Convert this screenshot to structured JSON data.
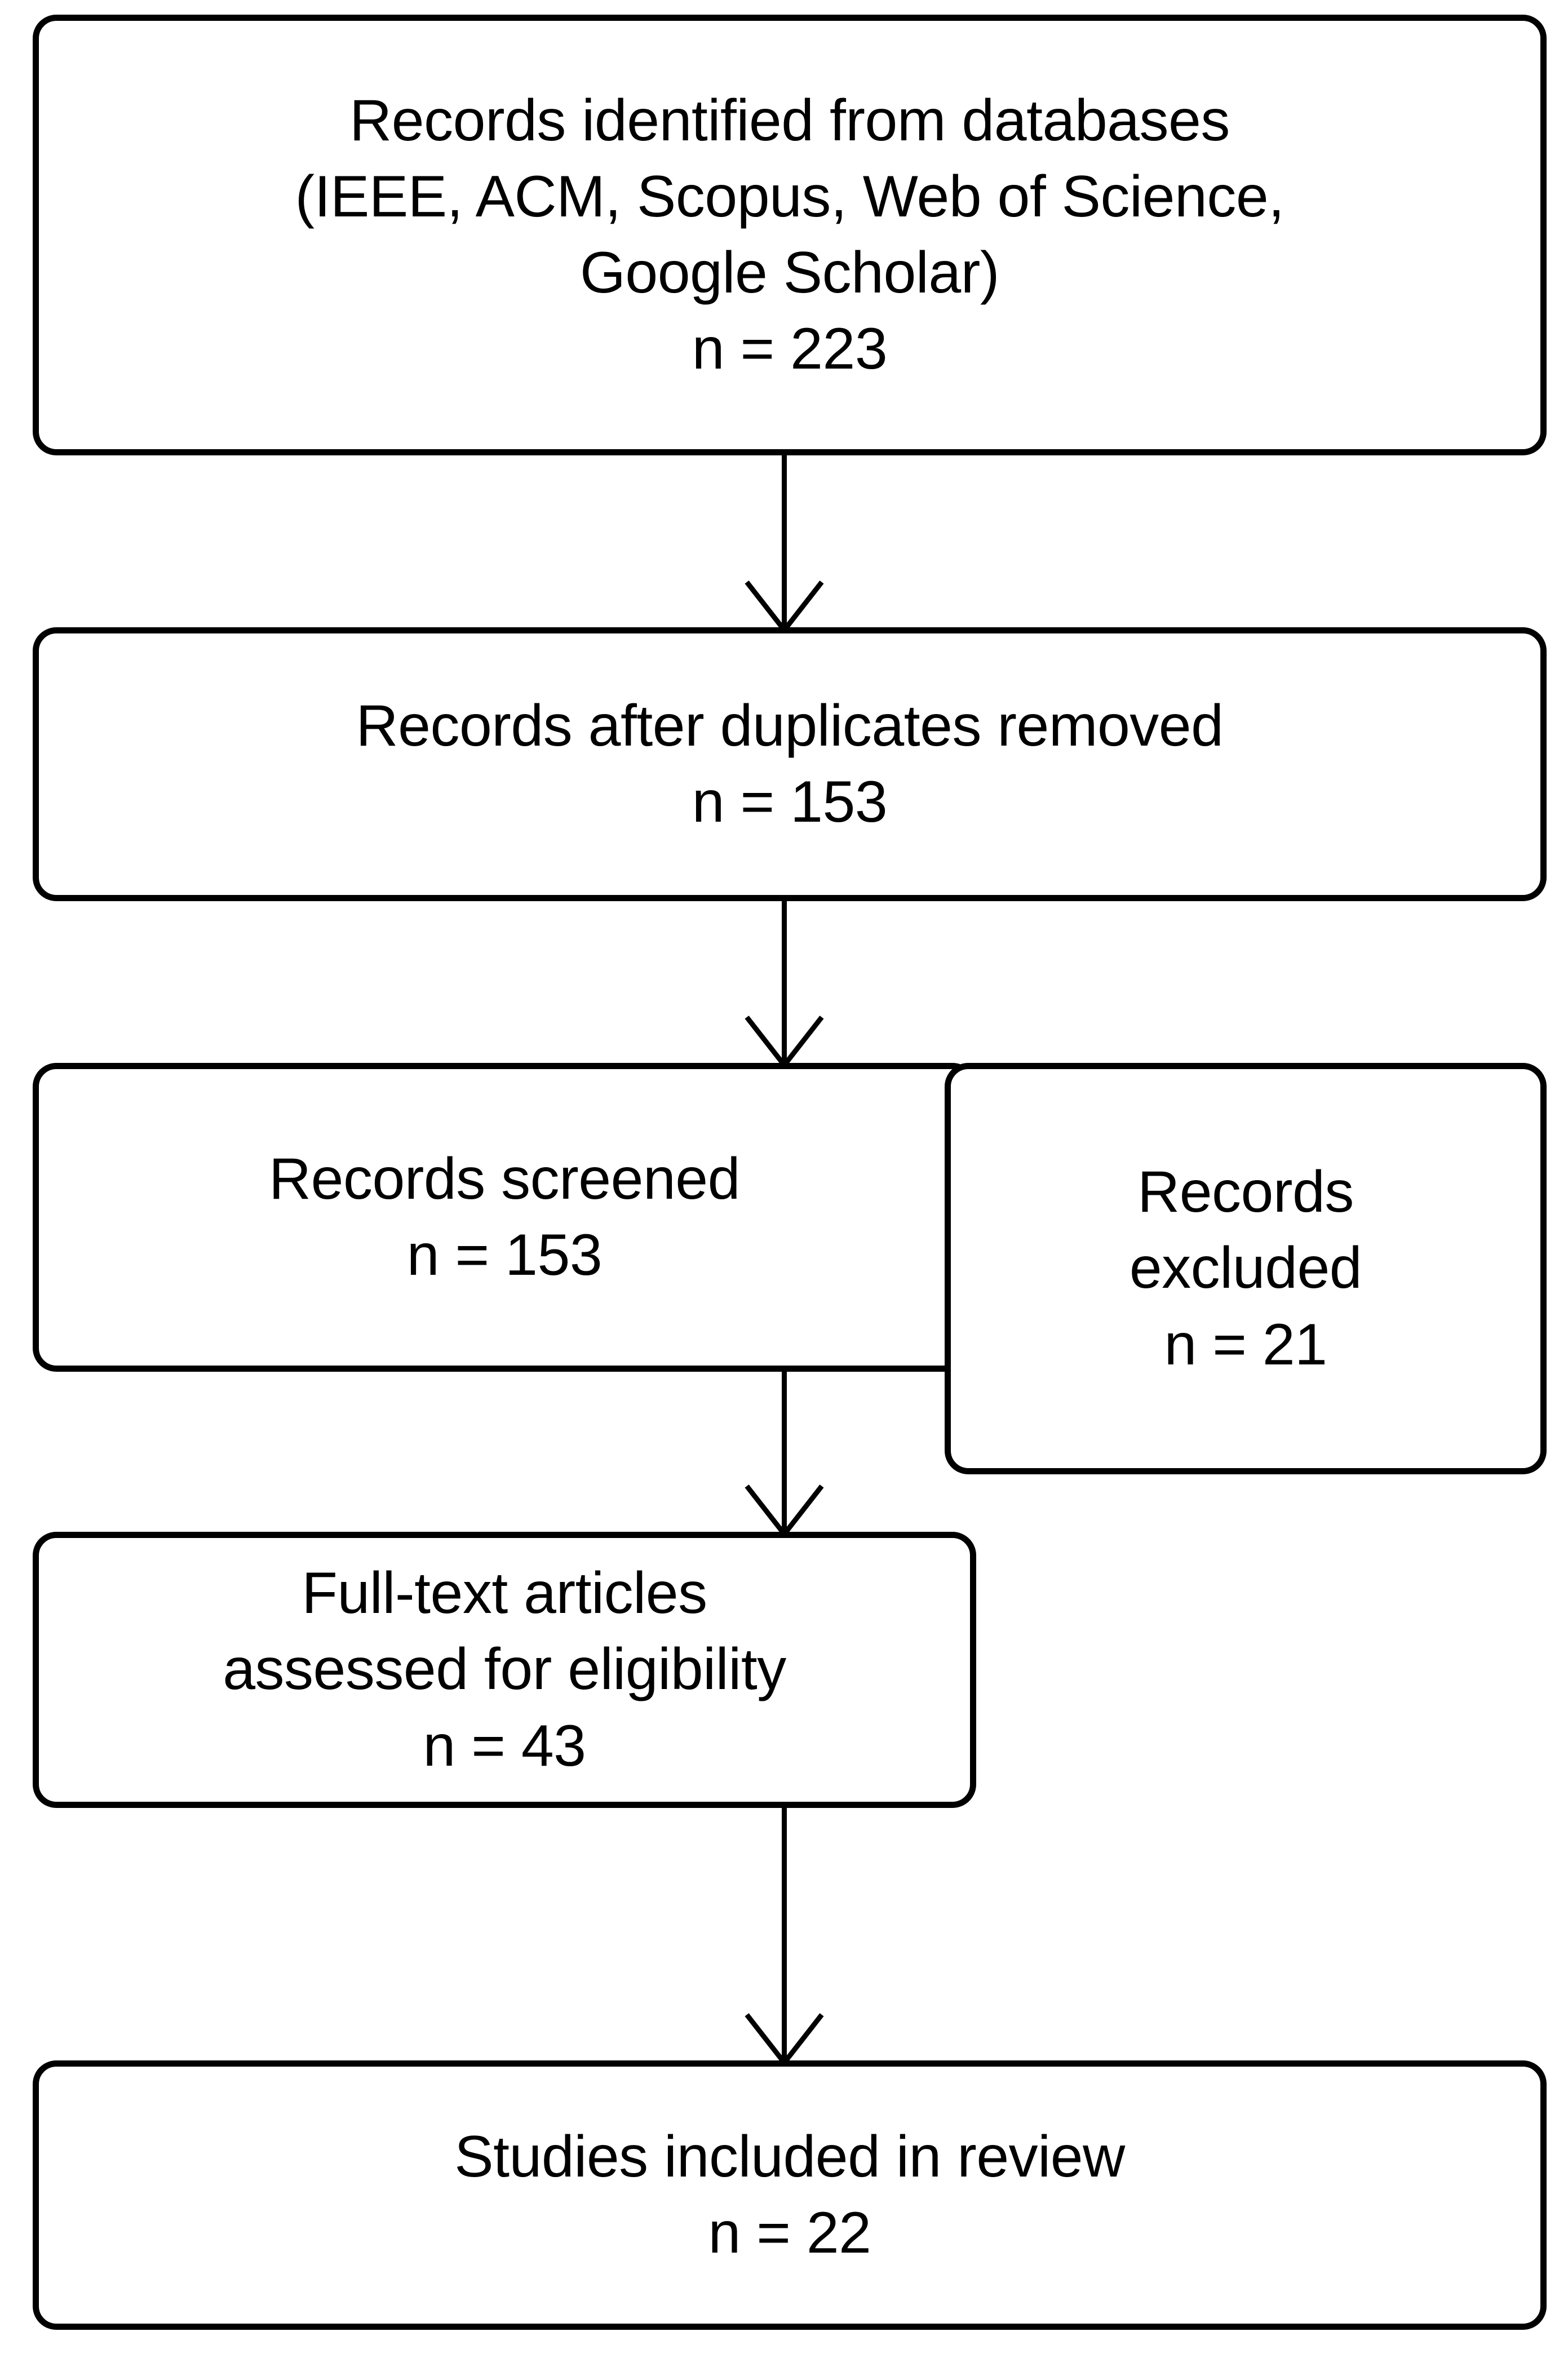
{
  "diagram": {
    "type": "prisma-flow-diagram",
    "orientation": "vertical",
    "background_color": "#ffffff",
    "line_color": "#000000",
    "text_color": "#000000"
  },
  "nodes": {
    "identified": {
      "label": "Records identified from databases\n(IEEE, ACM, Scopus, Web of Science,\nGoogle Scholar)",
      "count": "n = 223"
    },
    "dedup": {
      "label": "Records after duplicates removed",
      "count": "n = 153"
    },
    "screened": {
      "label": "Records screened",
      "count": "n = 153"
    },
    "excluded": {
      "label": "Records\nexcluded",
      "count": "n = 21"
    },
    "fulltext": {
      "label": "Full-text articles\nassessed for eligibility",
      "count": "n = 43"
    },
    "included": {
      "label": "Studies included in review",
      "count": "n = 22"
    }
  },
  "connectors": [
    {
      "from": "identified",
      "to": "dedup",
      "style": "arrow-down"
    },
    {
      "from": "dedup",
      "to": "screened",
      "style": "arrow-down"
    },
    {
      "from": "screened",
      "to": "fulltext",
      "style": "arrow-down"
    },
    {
      "from": "fulltext",
      "to": "included",
      "style": "arrow-down"
    }
  ]
}
